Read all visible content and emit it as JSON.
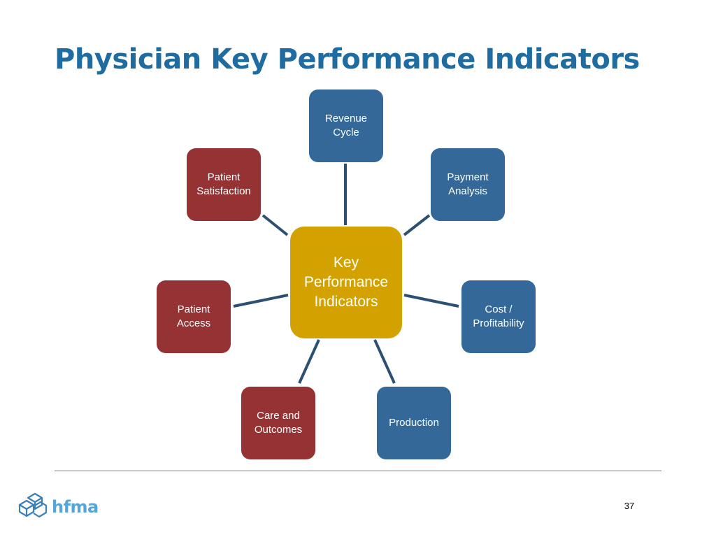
{
  "slide": {
    "title": "Physician Key Performance Indicators",
    "page_number": "37"
  },
  "logo": {
    "text": "hfma",
    "icon": "hfma-cube-logo-icon"
  },
  "diagram": {
    "hub": {
      "label": "Key\nPerformance\nIndicators",
      "color": "#d4a200"
    },
    "nodes": [
      {
        "id": "revenue-cycle",
        "label": "Revenue\nCycle",
        "color": "#336898"
      },
      {
        "id": "payment-analysis",
        "label": "Payment\nAnalysis",
        "color": "#336898"
      },
      {
        "id": "cost-profitability",
        "label": "Cost /\nProfitability",
        "color": "#336898"
      },
      {
        "id": "production",
        "label": "Production",
        "color": "#336898"
      },
      {
        "id": "care-and-outcomes",
        "label": "Care and\nOutcomes",
        "color": "#953233"
      },
      {
        "id": "patient-access",
        "label": "Patient\nAccess",
        "color": "#953233"
      },
      {
        "id": "patient-satisfaction",
        "label": "Patient\nSatisfaction",
        "color": "#953233"
      }
    ],
    "connector_color": "#2c4f72"
  },
  "colors": {
    "title": "#1e6ca0",
    "divider": "#3a89b8",
    "logo": "#55a6d8"
  }
}
